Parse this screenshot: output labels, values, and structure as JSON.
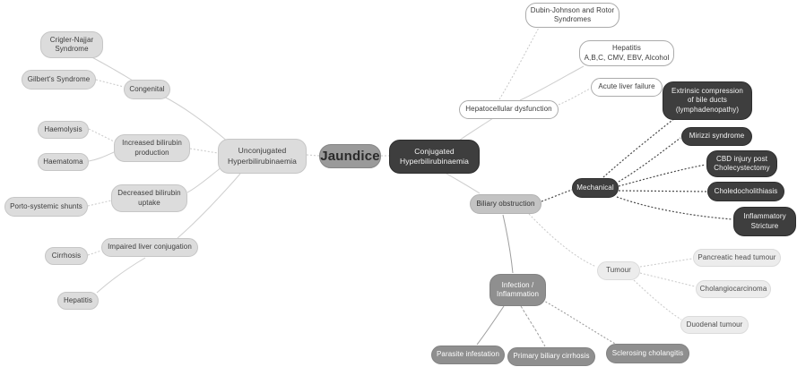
{
  "figure": {
    "type": "mind-map",
    "topic": "Causes of jaundice",
    "background": "#ffffff"
  },
  "palette": {
    "light_node": "#dcdcdc",
    "extra_light_node": "#ececec",
    "outlined_node_border": "#ababab",
    "dark_node": "#3e3e3e",
    "medium_node": "#8f8f8f",
    "mid_light_node": "#c3c3c3",
    "root_node": "#9a9a9a",
    "light_edge": "#c8c8c8",
    "gray_edge": "#9e9e9e",
    "dark_edge": "#4b4b4b"
  },
  "nodes": [
    {
      "id": "crigler",
      "label": "Crigler-Najjar\nSyndrome",
      "group": "unconjugated-congenital"
    },
    {
      "id": "gilberts",
      "label": "Gilbert's Syndrome",
      "group": "unconjugated-congenital"
    },
    {
      "id": "congenital",
      "label": "Congenital",
      "group": "unconjugated"
    },
    {
      "id": "haemolysis",
      "label": "Haemolysis",
      "group": "unconjugated-production"
    },
    {
      "id": "haematoma",
      "label": "Haematoma",
      "group": "unconjugated-production"
    },
    {
      "id": "incprod",
      "label": "Increased bilirubin\nproduction",
      "group": "unconjugated"
    },
    {
      "id": "decuptake",
      "label": "Decreased bilirubin\nuptake",
      "group": "unconjugated"
    },
    {
      "id": "porto",
      "label": "Porto-systemic shunts",
      "group": "unconjugated-uptake"
    },
    {
      "id": "impaired",
      "label": "Impaired liver conjugation",
      "group": "unconjugated"
    },
    {
      "id": "cirrhosis",
      "label": "Cirrhosis",
      "group": "unconjugated-conjugation"
    },
    {
      "id": "hepatitis",
      "label": "Hepatitis",
      "group": "unconjugated-conjugation"
    },
    {
      "id": "unconjugated",
      "label": "Unconjugated\nHyperbilirubinaemia",
      "group": "branch"
    },
    {
      "id": "jaundice",
      "label": "Jaundice",
      "group": "root"
    },
    {
      "id": "conjugated",
      "label": "Conjugated\nHyperbilirubinaemia",
      "group": "branch"
    },
    {
      "id": "hepdys",
      "label": "Hepatocellular dysfunction",
      "group": "conjugated"
    },
    {
      "id": "dubin",
      "label": "Dubin-Johnson and Rotor\nSyndromes",
      "group": "conjugated-hepatocellular"
    },
    {
      "id": "hepabc",
      "label": "Hepatitis\nA,B,C, CMV, EBV, Alcohol",
      "group": "conjugated-hepatocellular"
    },
    {
      "id": "acute",
      "label": "Acute liver failure",
      "group": "conjugated-hepatocellular"
    },
    {
      "id": "biliary",
      "label": "Biliary obstruction",
      "group": "conjugated"
    },
    {
      "id": "mechanical",
      "label": "Mechanical",
      "group": "biliary"
    },
    {
      "id": "extrinsic",
      "label": "Extrinsic compression\nof bile ducts\n(lymphadenopathy)",
      "group": "biliary-mechanical"
    },
    {
      "id": "mirizzi",
      "label": "Mirizzi syndrome",
      "group": "biliary-mechanical"
    },
    {
      "id": "cbd",
      "label": "CBD injury post\nCholecystectomy",
      "group": "biliary-mechanical"
    },
    {
      "id": "chole",
      "label": "Choledocholithiasis",
      "group": "biliary-mechanical"
    },
    {
      "id": "inflamstricture",
      "label": "Inflammatory\nStricture",
      "group": "biliary-mechanical"
    },
    {
      "id": "tumour",
      "label": "Tumour",
      "group": "biliary"
    },
    {
      "id": "pancreatic",
      "label": "Pancreatic head tumour",
      "group": "biliary-tumour"
    },
    {
      "id": "cholangio",
      "label": "Cholangiocarcinoma",
      "group": "biliary-tumour"
    },
    {
      "id": "duodenal",
      "label": "Duodenal tumour",
      "group": "biliary-tumour"
    },
    {
      "id": "infection",
      "label": "Infection /\nInflammation",
      "group": "biliary"
    },
    {
      "id": "parasite",
      "label": "Parasite infestation",
      "group": "biliary-infection"
    },
    {
      "id": "pbc",
      "label": "Primary biliary cirrhosis",
      "group": "biliary-infection"
    },
    {
      "id": "sclerosing",
      "label": "Sclerosing cholangitis",
      "group": "biliary-infection"
    }
  ],
  "edges": [
    {
      "from": "crigler",
      "to": "congenital",
      "style": "solid"
    },
    {
      "from": "gilberts",
      "to": "congenital",
      "style": "dotted"
    },
    {
      "from": "congenital",
      "to": "unconjugated",
      "style": "solid"
    },
    {
      "from": "haemolysis",
      "to": "incprod",
      "style": "dotted"
    },
    {
      "from": "haematoma",
      "to": "incprod",
      "style": "solid"
    },
    {
      "from": "incprod",
      "to": "unconjugated",
      "style": "dotted"
    },
    {
      "from": "porto",
      "to": "decuptake",
      "style": "dotted"
    },
    {
      "from": "decuptake",
      "to": "unconjugated",
      "style": "solid"
    },
    {
      "from": "cirrhosis",
      "to": "impaired",
      "style": "dotted"
    },
    {
      "from": "hepatitis",
      "to": "impaired",
      "style": "solid"
    },
    {
      "from": "impaired",
      "to": "unconjugated",
      "style": "solid"
    },
    {
      "from": "unconjugated",
      "to": "jaundice",
      "style": "dotted"
    },
    {
      "from": "jaundice",
      "to": "conjugated",
      "style": "dotted"
    },
    {
      "from": "conjugated",
      "to": "hepdys",
      "style": "solid"
    },
    {
      "from": "conjugated",
      "to": "biliary",
      "style": "solid"
    },
    {
      "from": "hepdys",
      "to": "dubin",
      "style": "dotted"
    },
    {
      "from": "hepdys",
      "to": "hepabc",
      "style": "solid"
    },
    {
      "from": "hepdys",
      "to": "acute",
      "style": "dotted"
    },
    {
      "from": "biliary",
      "to": "infection",
      "style": "gray-solid"
    },
    {
      "from": "biliary",
      "to": "tumour",
      "style": "dotted"
    },
    {
      "from": "tumour",
      "to": "pancreatic",
      "style": "dotted"
    },
    {
      "from": "tumour",
      "to": "cholangio",
      "style": "dotted"
    },
    {
      "from": "tumour",
      "to": "duodenal",
      "style": "dotted"
    },
    {
      "from": "infection",
      "to": "parasite",
      "style": "gray-solid"
    },
    {
      "from": "infection",
      "to": "pbc",
      "style": "gray-dash"
    },
    {
      "from": "infection",
      "to": "sclerosing",
      "style": "gray-dot"
    },
    {
      "from": "biliary",
      "to": "mechanical",
      "style": "dark-dotted"
    },
    {
      "from": "mechanical",
      "to": "extrinsic",
      "style": "dark-dotted"
    },
    {
      "from": "mechanical",
      "to": "mirizzi",
      "style": "dark-dotted"
    },
    {
      "from": "mechanical",
      "to": "cbd",
      "style": "dark-dotted"
    },
    {
      "from": "mechanical",
      "to": "chole",
      "style": "dark-dotted"
    },
    {
      "from": "mechanical",
      "to": "inflamstricture",
      "style": "dark-dotted"
    }
  ]
}
